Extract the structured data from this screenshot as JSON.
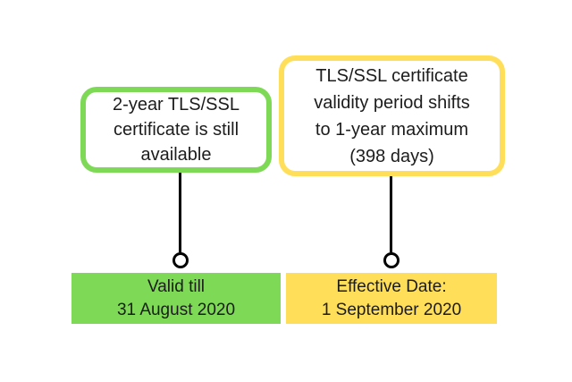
{
  "colors": {
    "green": "#7ED957",
    "yellow": "#FFDE59",
    "text": "#1c1c1c",
    "background": "#ffffff",
    "connector": "#000000"
  },
  "left_column": {
    "callout_lines": [
      "2-year TLS/SSL",
      "certificate is still",
      "available"
    ],
    "bar_lines": [
      "Valid till",
      "31 August 2020"
    ]
  },
  "right_column": {
    "callout_lines": [
      "TLS/SSL certificate",
      "validity period shifts",
      "to 1-year maximum",
      "(398 days)"
    ],
    "bar_lines": [
      "Effective Date:",
      "1 September 2020"
    ]
  }
}
